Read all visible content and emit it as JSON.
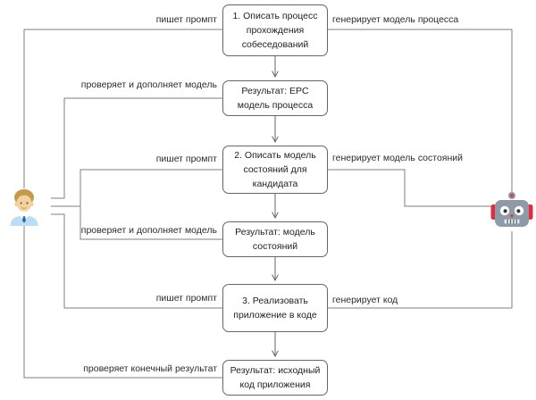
{
  "diagram": {
    "title_hint": "human-ai prompt workflow flowchart",
    "boxes": [
      {
        "id": "step-1",
        "label": "1. Описать процесс прохождения собеседований"
      },
      {
        "id": "result-1",
        "label": "Результат: EPC модель процесса"
      },
      {
        "id": "step-2",
        "label": "2. Описать модель состояний для кандидата"
      },
      {
        "id": "result-2",
        "label": "Результат: модель состояний"
      },
      {
        "id": "step-3",
        "label": "3. Реализовать приложение в коде"
      },
      {
        "id": "result-3",
        "label": "Результат: исходный код приложения"
      }
    ],
    "edge_labels": {
      "left": [
        {
          "id": "writes-prompt-1",
          "text": "пишет промпт"
        },
        {
          "id": "checks-model-1",
          "text": "проверяет и дополняет модель"
        },
        {
          "id": "writes-prompt-2",
          "text": "пишет промпт"
        },
        {
          "id": "checks-model-2",
          "text": "проверяет и дополняет модель"
        },
        {
          "id": "writes-prompt-3",
          "text": "пишет промпт"
        },
        {
          "id": "checks-final",
          "text": "проверяет конечный результат"
        }
      ],
      "right": [
        {
          "id": "generates-process-model",
          "text": "генерирует модель процесса"
        },
        {
          "id": "generates-state-model",
          "text": "генерирует модель состояний"
        },
        {
          "id": "generates-code",
          "text": "генерирует код"
        }
      ]
    },
    "actors": {
      "human": "person-icon",
      "ai": "robot-icon"
    },
    "colors": {
      "connector": "#7f7f7f",
      "box_border": "#666666",
      "text": "#1f1f1f",
      "robot_head": "#8e9aa5",
      "robot_ear": "#dd2e44",
      "person_hair": "#c49a4b",
      "person_skin": "#f3d2a2",
      "person_shirt": "#bdddf4",
      "person_tie": "#2a6797"
    }
  }
}
